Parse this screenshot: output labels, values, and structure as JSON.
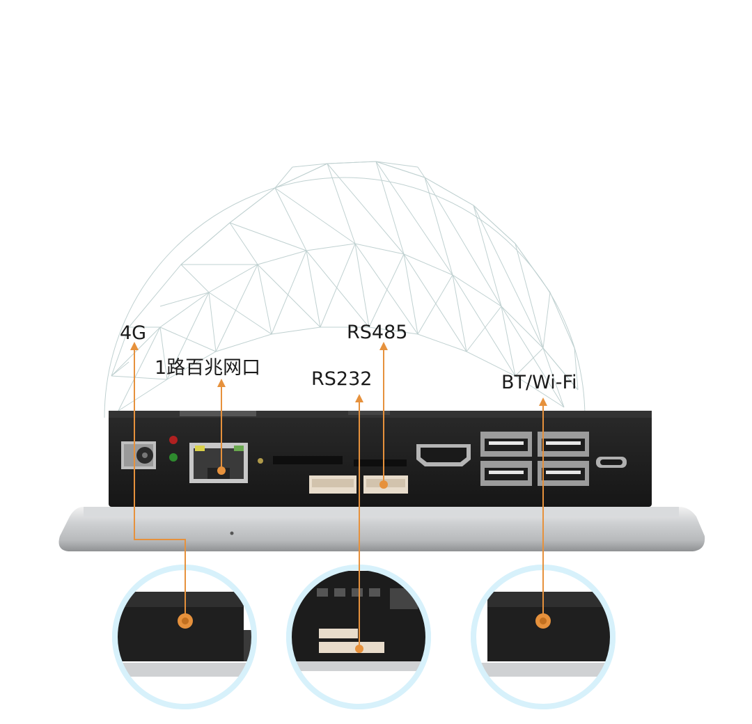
{
  "labels": {
    "lte": "4G",
    "ethernet": "1路百兆网口",
    "rs485": "RS485",
    "rs232": "RS232",
    "wireless": "BT/Wi-Fi"
  },
  "colors": {
    "accent_line": "#e6913c",
    "halo": "#d7f1fb",
    "globe_mesh": "#b9cccc",
    "device_body": "#1c1c1c",
    "bezel": "#c9cbcd"
  },
  "icons": {
    "globe": "geodesic-globe-icon",
    "antenna": "antenna-connector-icon",
    "usb": "usb-port-icon",
    "hdmi": "hdmi-port-icon",
    "rj45": "ethernet-port-icon"
  }
}
